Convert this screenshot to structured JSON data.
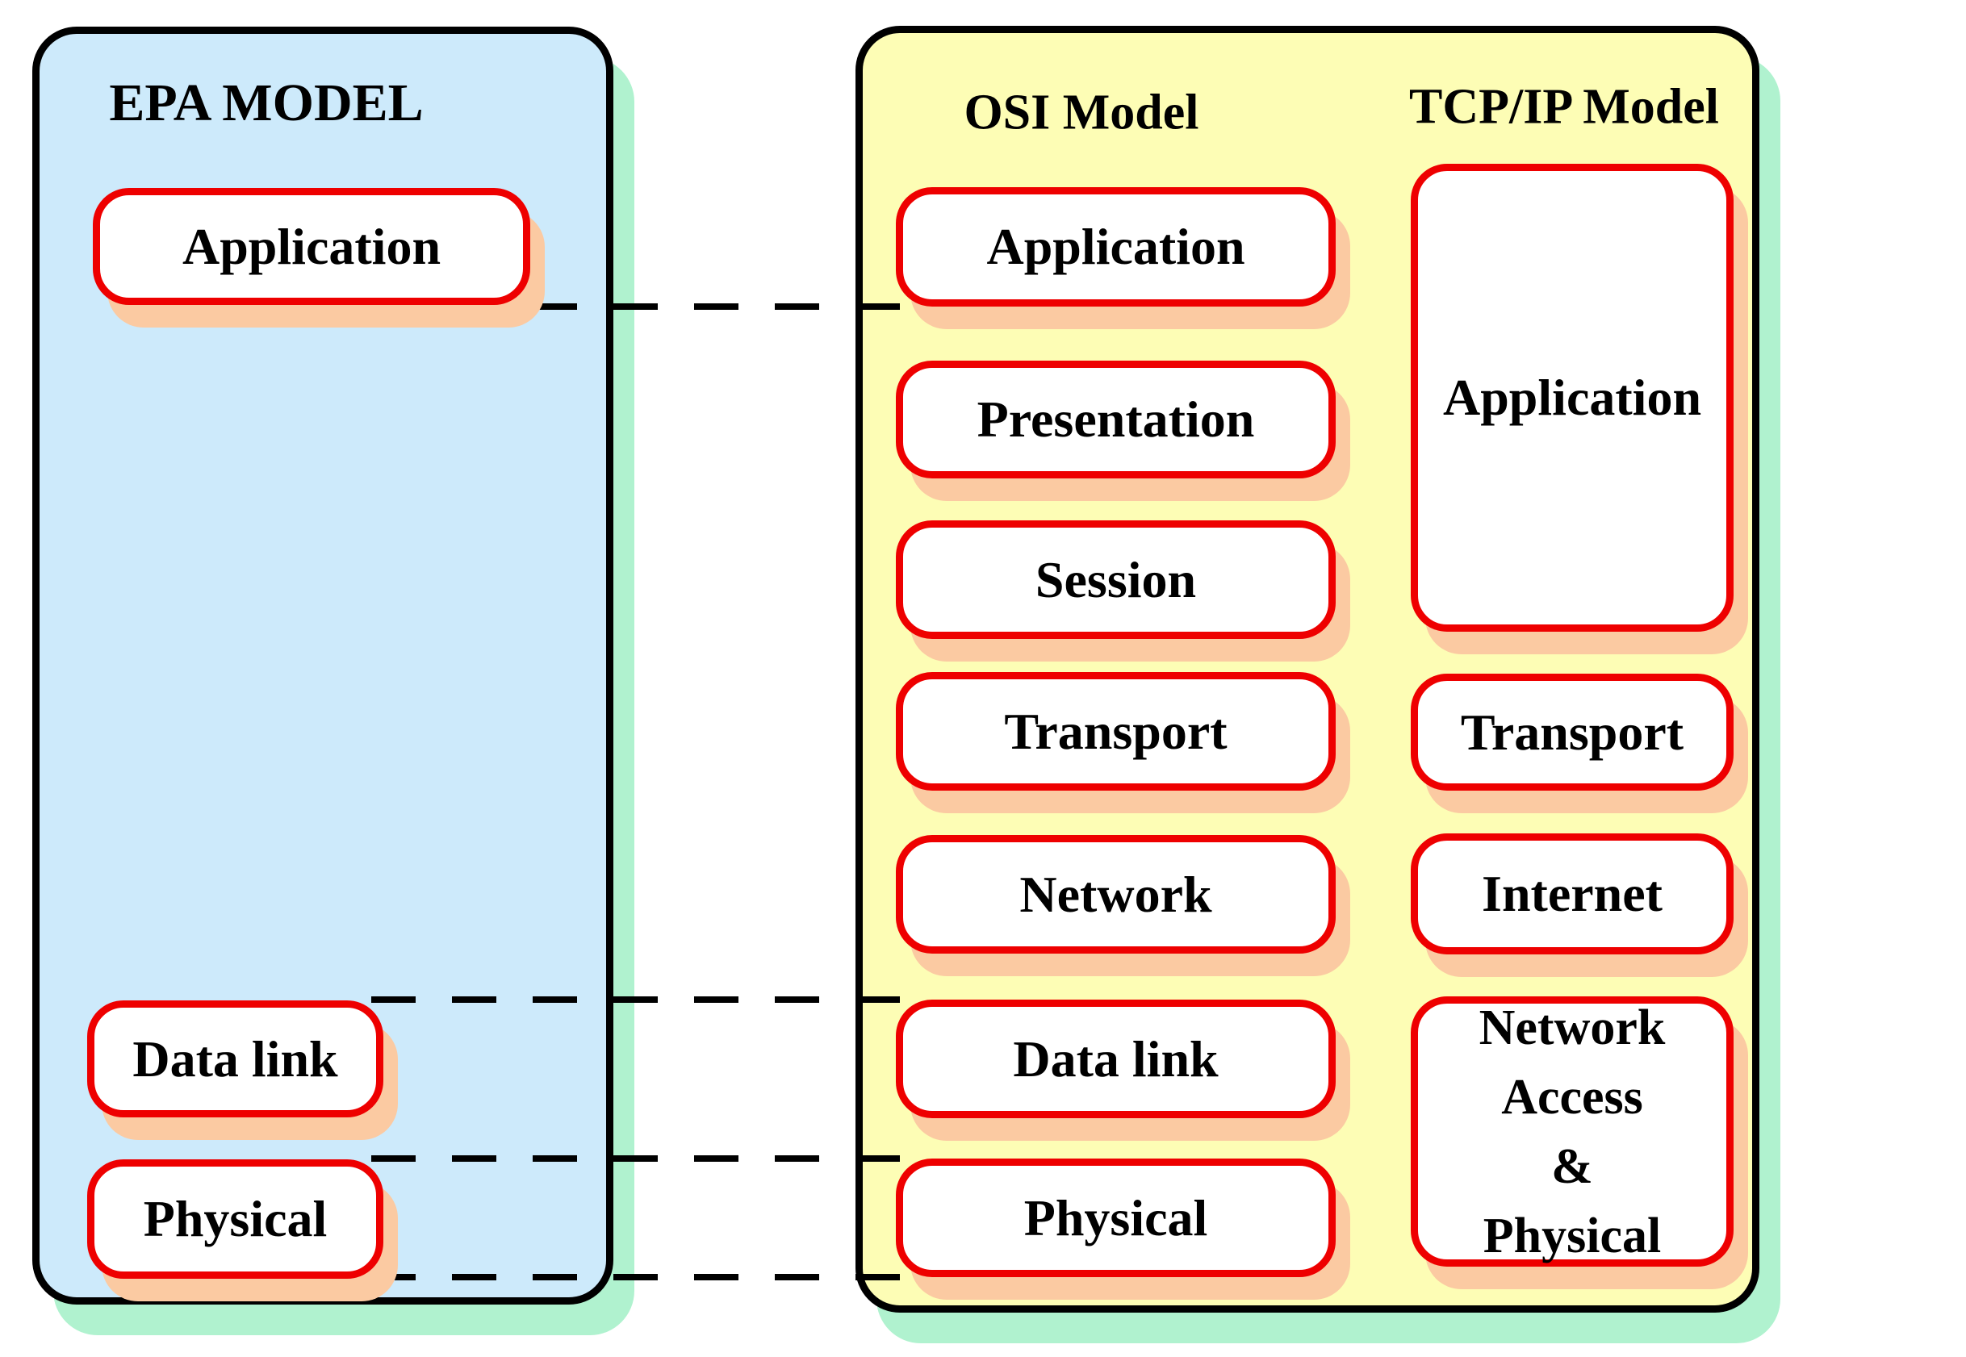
{
  "panels": {
    "epa": {
      "title": "EPA MODEL",
      "boxes": [
        {
          "label": "Application"
        },
        {
          "label": "Data link"
        },
        {
          "label": "Physical"
        }
      ]
    },
    "right": {
      "osi": {
        "title": "OSI Model",
        "boxes": [
          {
            "label": "Application"
          },
          {
            "label": "Presentation"
          },
          {
            "label": "Session"
          },
          {
            "label": "Transport"
          },
          {
            "label": "Network"
          },
          {
            "label": "Data link"
          },
          {
            "label": "Physical"
          }
        ]
      },
      "tcpip": {
        "title": "TCP/IP Model",
        "boxes": [
          {
            "label": "Application"
          },
          {
            "label": "Transport"
          },
          {
            "label": "Internet"
          },
          {
            "lines": [
              "Network Access",
              "&",
              "Physical"
            ]
          }
        ]
      }
    }
  },
  "connectors": [
    {
      "name": "application-bottom"
    },
    {
      "name": "data-link-top"
    },
    {
      "name": "physical-top"
    },
    {
      "name": "physical-bottom"
    }
  ],
  "colors": {
    "epa_panel_bg": "#cdeafb",
    "right_panel_bg": "#fdfdb5",
    "panel_shadow_green": "#b0f2cf",
    "box_shadow_peach": "#fbcaa2",
    "box_border_red": "#ee0000",
    "line_black": "#000000",
    "box_fill_white": "#ffffff"
  }
}
